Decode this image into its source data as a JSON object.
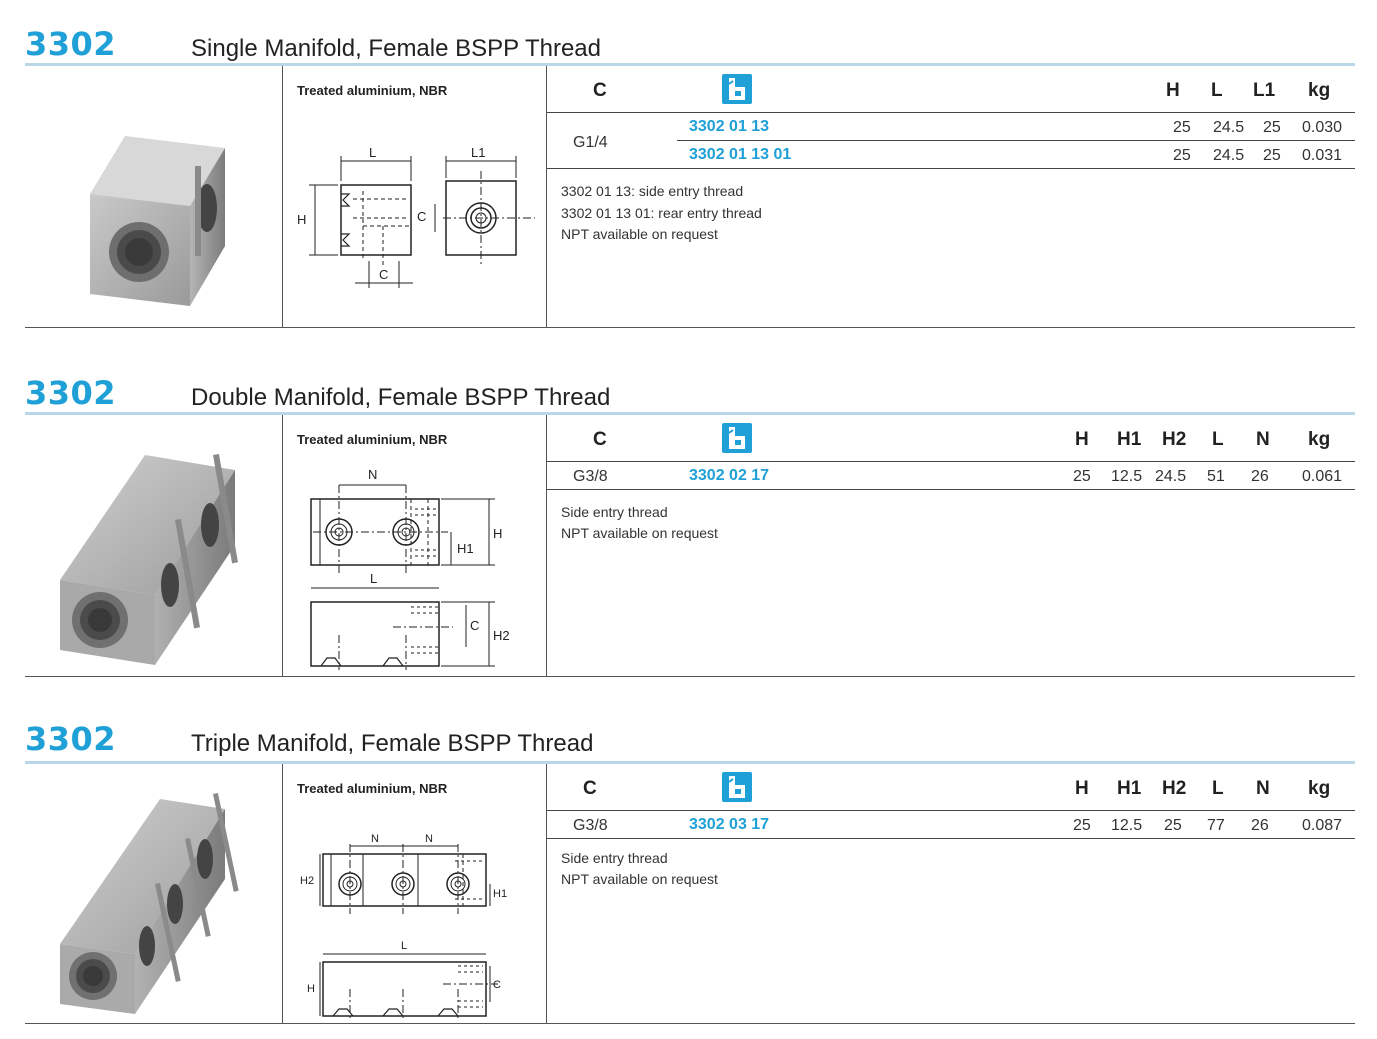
{
  "sections": [
    {
      "code": "3302",
      "title": "Single Manifold, Female BSPP Thread",
      "material": "Treated aluminium, NBR",
      "headers": {
        "c": "C",
        "h": "H",
        "l": "L",
        "l1": "L1",
        "kg": "kg"
      },
      "c_value": "G1/4",
      "rows": [
        {
          "part": "3302 01 13",
          "h": "25",
          "l": "24.5",
          "l1": "25",
          "kg": "0.030"
        },
        {
          "part": "3302 01 13 01",
          "h": "25",
          "l": "24.5",
          "l1": "25",
          "kg": "0.031"
        }
      ],
      "notes": [
        "3302 01 13: side entry thread",
        "3302 01 13 01: rear entry thread",
        "NPT available on request"
      ],
      "dims": {
        "l": "L",
        "l1": "L1",
        "h": "H",
        "c": "C",
        "c2": "C"
      }
    },
    {
      "code": "3302",
      "title": "Double Manifold, Female BSPP Thread",
      "material": "Treated aluminium, NBR",
      "headers": {
        "c": "C",
        "h": "H",
        "h1": "H1",
        "h2": "H2",
        "l": "L",
        "n": "N",
        "kg": "kg"
      },
      "c_value": "G3/8",
      "rows": [
        {
          "part": "3302 02 17",
          "h": "25",
          "h1": "12.5",
          "h2": "24.5",
          "l": "51",
          "n": "26",
          "kg": "0.061"
        }
      ],
      "notes": [
        "Side entry thread",
        "NPT available on request"
      ],
      "dims": {
        "n": "N",
        "h": "H",
        "h1": "H1",
        "l": "L",
        "c": "C",
        "h2": "H2"
      }
    },
    {
      "code": "3302",
      "title": "Triple Manifold, Female BSPP Thread",
      "material": "Treated aluminium, NBR",
      "headers": {
        "c": "C",
        "h": "H",
        "h1": "H1",
        "h2": "H2",
        "l": "L",
        "n": "N",
        "kg": "kg"
      },
      "c_value": "G3/8",
      "rows": [
        {
          "part": "3302 03 17",
          "h": "25",
          "h1": "12.5",
          "h2": "25",
          "l": "77",
          "n": "26",
          "kg": "0.087"
        }
      ],
      "notes": [
        "Side entry thread",
        "NPT available on request"
      ],
      "dims": {
        "n1": "N",
        "n2": "N",
        "h2": "H2",
        "h1": "H1",
        "l": "L",
        "h": "H",
        "c": "C"
      }
    }
  ],
  "colors": {
    "accent": "#1fa0d6",
    "rule": "#b9d7e8"
  },
  "icons": {
    "table_header": "push-in-fitting-icon"
  }
}
